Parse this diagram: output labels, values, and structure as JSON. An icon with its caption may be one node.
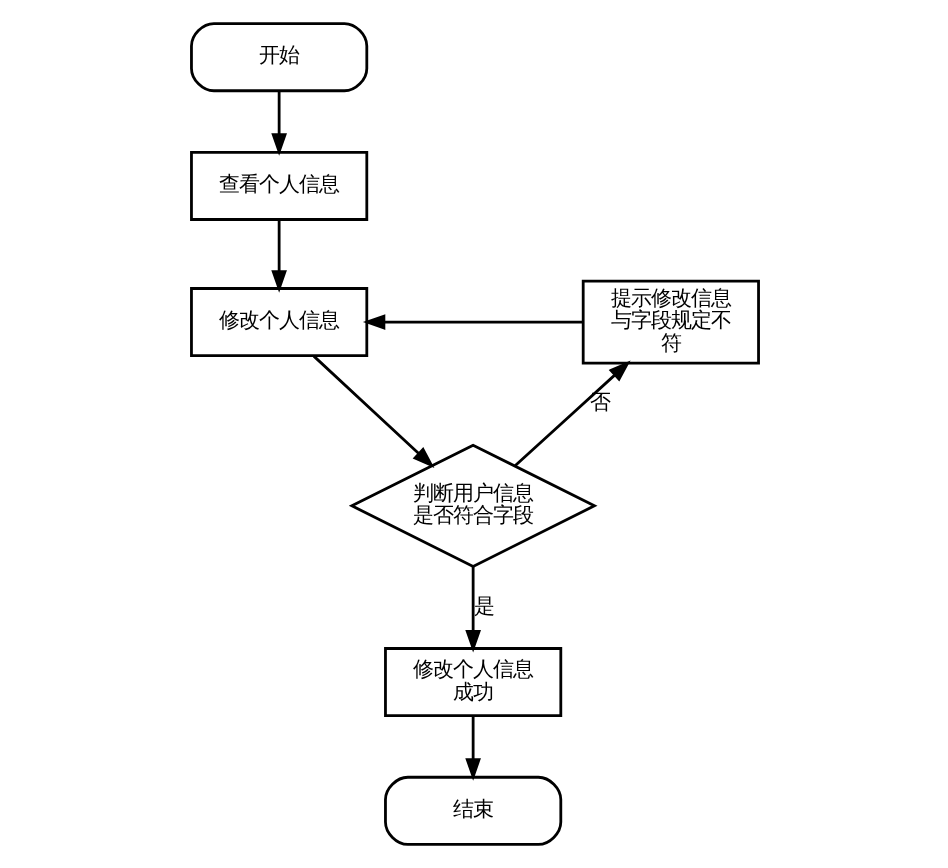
{
  "diagram": {
    "nodes": [
      {
        "text": [
          "开始"
        ]
      },
      {
        "text": [
          "查看个人信息"
        ]
      },
      {
        "text": [
          "修改个人信息"
        ]
      },
      {
        "text": [
          "判断用户信息是否符合字段"
        ]
      },
      {
        "text": [
          "提示修改信息与字段规定不符"
        ]
      },
      {
        "text": [
          "修改个人信息成功"
        ]
      },
      {
        "text": [
          "结束"
        ]
      }
    ],
    "edges": [
      {
        "from": 0,
        "to": 1,
        "arrow": "to"
      },
      {
        "from": 1,
        "to": 2,
        "arrow": "to"
      },
      {
        "from": 2,
        "to": 3,
        "arrow": "to"
      },
      {
        "from": 3,
        "to": 4,
        "arrow": "to",
        "label": "否"
      },
      {
        "from": 4,
        "to": 2,
        "arrow": "to"
      },
      {
        "from": 3,
        "to": 5,
        "arrow": "to",
        "label": "是"
      },
      {
        "from": 5,
        "to": 6,
        "arrow": "to"
      }
    ]
  }
}
